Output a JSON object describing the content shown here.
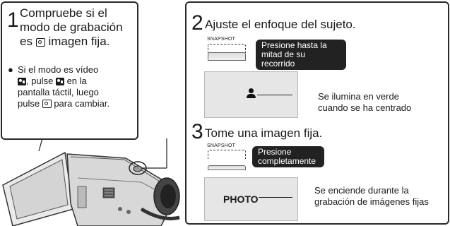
{
  "step1": {
    "number": "1",
    "title_line1": "Compruebe si el",
    "title_line2": "modo de grabación",
    "title_line3_pre": "es",
    "title_line3_post": "imagen fija.",
    "note_line1": "Si el modo es vídeo",
    "note_line2_post": ", pulse",
    "note_line2_tail": "en la",
    "note_line3": "pantalla táctil, luego",
    "note_line4_pre": "pulse",
    "note_line4_post": "para cambiar."
  },
  "step2": {
    "number": "2",
    "title": "Ajuste el enfoque del sujeto.",
    "button_label": "SNAPSHOT",
    "callout_line1": "Presione hasta la",
    "callout_line2": "mitad de su recorrido",
    "caption_line1": "Se ilumina en verde",
    "caption_line2": "cuando se ha centrado"
  },
  "step3": {
    "number": "3",
    "title": "Tome una imagen fija.",
    "button_label": "SNAPSHOT",
    "callout_line1": "Presione",
    "callout_line2": "completamente",
    "screen_text": "PHOTO",
    "caption_line1": "Se enciende durante la",
    "caption_line2": "grabación de imágenes fijas"
  },
  "icons": {
    "still_image": "camera-icon",
    "video": "video-camera-icon",
    "focus": "person-icon",
    "camcorder": "camcorder-illustration"
  }
}
